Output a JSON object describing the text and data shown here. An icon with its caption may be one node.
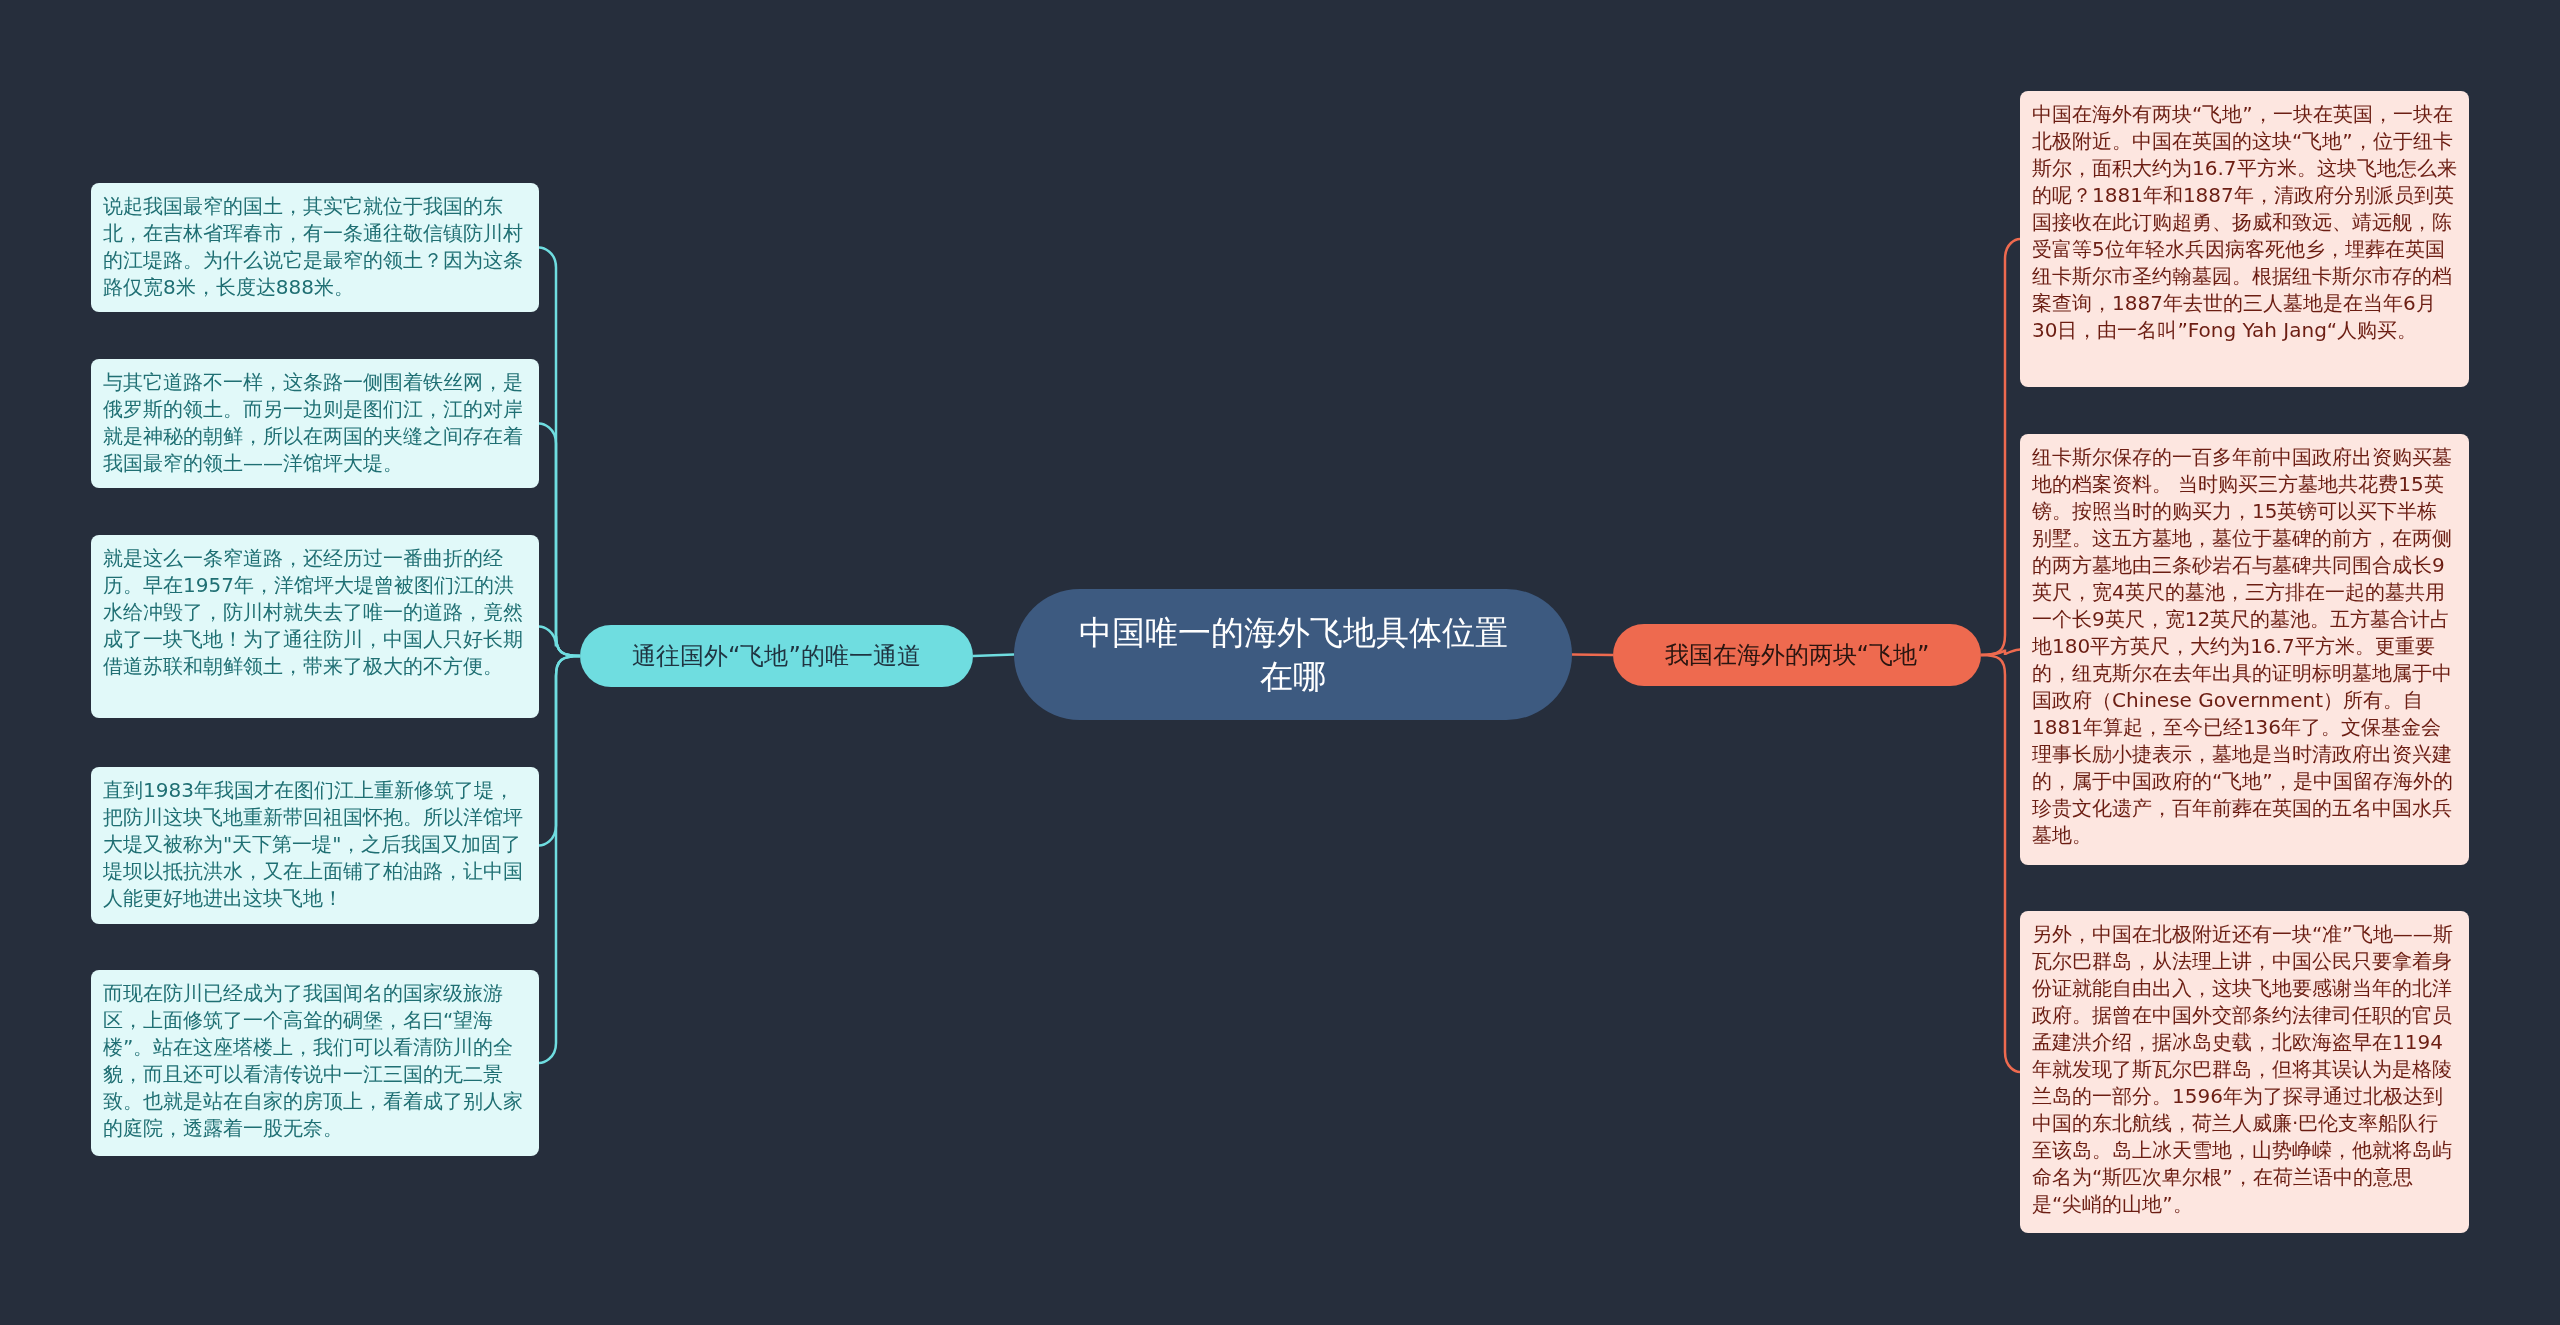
{
  "diagram": {
    "nodes": [
      {
        "text": [
          "中国唯一的海外飞地具体位置在哪"
        ]
      },
      {
        "text": [
          "通往国外“飞地”的唯一通道"
        ]
      },
      {
        "text": [
          "说起我国最窄的国土，其实它就位于我国的东北，在吉林省珲春市，有一条通往敬信镇防川村的江堤路。为什么说它是最窄的领土？因为这条路仅宽8米，长度达888米。"
        ]
      },
      {
        "text": [
          "与其它道路不一样，这条路一侧围着铁丝网，是俄罗斯的领土。而另一边则是图们江，江的对岸就是神秘的朝鲜，所以在两国的夹缝之间存在着我国最窄的领土——洋馆坪大堤。"
        ]
      },
      {
        "text": [
          "就是这么一条窄道路，还经历过一番曲折的经历。早在1957年，洋馆坪大堤曾被图们江的洪水给冲毁了，防川村就失去了唯一的道路，竟然成了一块飞地！为了通往防川，中国人只好长期借道苏联和朝鲜领土，带来了极大的不方便。"
        ]
      },
      {
        "text": [
          "直到1983年我国才在图们江上重新修筑了堤，把防川这块飞地重新带回祖国怀抱。所以洋馆坪大堤又被称为\"天下第一堤\"，之后我国又加固了堤坝以抵抗洪水，又在上面铺了柏油路，让中国人能更好地进出这块飞地！"
        ]
      },
      {
        "text": [
          "而现在防川已经成为了我国闻名的国家级旅游区，上面修筑了一个高耸的碉堡，名曰“望海楼”。站在这座塔楼上，我们可以看清防川的全貌，而且还可以看清传说中一江三国的无二景致。也就是站在自家的房顶上，看着成了别人家的庭院，透露着一股无奈。"
        ]
      },
      {
        "text": [
          "我国在海外的两块“飞地”"
        ]
      },
      {
        "text": [
          "中国在海外有两块“飞地”，一块在英国，一块在北极附近。中国在英国的这块“飞地”，位于纽卡斯尔，面积大约为16.7平方米。这块飞地怎么来的呢？1881年和1887年，清政府分别派员到英国接收在此订购超勇、扬威和致远、靖远舰，陈受富等5位年轻水兵因病客死他乡，埋葬在英国纽卡斯尔市圣约翰墓园。根据纽卡斯尔市存的档案查询，1887年去世的三人墓地是在当年6月30日，由一名叫”Fong Yah Jang“人购买。"
        ]
      },
      {
        "text": [
          "纽卡斯尔保存的一百多年前中国政府出资购买墓地的档案资料。 当时购买三方墓地共花费15英镑。按照当时的购买力，15英镑可以买下半栋别墅。这五方墓地，墓位于墓碑的前方，在两侧的两方墓地由三条砂岩石与墓碑共同围合成长9英尺，宽4英尺的墓池，三方排在一起的墓共用一个长9英尺，宽12英尺的墓池。五方墓合计占地180平方英尺，大约为16.7平方米。更重要的，纽克斯尔在去年出具的证明标明墓地属于中国政府（Chinese Government）所有。自1881年算起，至今已经136年了。文保基金会理事长励小捷表示，墓地是当时清政府出资兴建的，属于中国政府的“飞地”，是中国留存海外的珍贵文化遗产，百年前葬在英国的五名中国水兵墓地。"
        ]
      },
      {
        "text": [
          "另外，中国在北极附近还有一块“准”飞地——斯瓦尔巴群岛，从法理上讲，中国公民只要拿着身份证就能自由出入，这块飞地要感谢当年的北洋政府。据曾在中国外交部条约法律司任职的官员孟建洪介绍，据冰岛史载，北欧海盗早在1194年就发现了斯瓦尔巴群岛，但将其误认为是格陵兰岛的一部分。1596年为了探寻通过北极达到中国的东北航线，荷兰人威廉·巴伦支率船队行至该岛。岛上冰天雪地，山势峥嵘，他就将岛屿命名为“斯匹次卑尔根”，在荷兰语中的意思是“尖峭的山地”。"
        ]
      }
    ],
    "edges": [
      {
        "from": 0,
        "to": 1,
        "arrow": "none",
        "color": "#6fdde0"
      },
      {
        "from": 1,
        "to": 2,
        "arrow": "none",
        "color": "#6fdde0"
      },
      {
        "from": 1,
        "to": 3,
        "arrow": "none",
        "color": "#6fdde0"
      },
      {
        "from": 1,
        "to": 4,
        "arrow": "none",
        "color": "#6fdde0"
      },
      {
        "from": 1,
        "to": 5,
        "arrow": "none",
        "color": "#6fdde0"
      },
      {
        "from": 1,
        "to": 6,
        "arrow": "none",
        "color": "#6fdde0"
      },
      {
        "from": 0,
        "to": 7,
        "arrow": "none",
        "color": "#ee6a4f"
      },
      {
        "from": 7,
        "to": 8,
        "arrow": "none",
        "color": "#ee6a4f"
      },
      {
        "from": 7,
        "to": 9,
        "arrow": "none",
        "color": "#ee6a4f"
      },
      {
        "from": 7,
        "to": 10,
        "arrow": "none",
        "color": "#ee6a4f"
      }
    ]
  }
}
